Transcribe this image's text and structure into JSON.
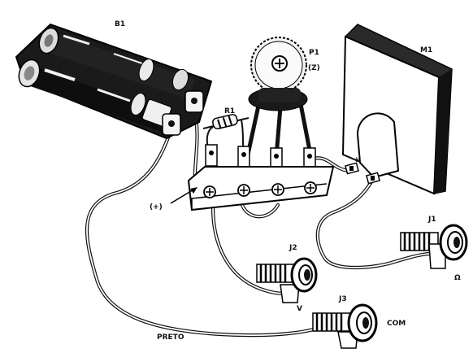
{
  "labels": {
    "battery": "B1",
    "potentiometer": "P1",
    "potentiometer_z": "(Z)",
    "resistor": "R1",
    "meter": "M1",
    "meter_plus": "+",
    "positive_terminal": "(+)",
    "jack_j1": "J1",
    "jack_j2": "J2",
    "jack_j3": "J3",
    "ohm_symbol": "Ω",
    "volt_symbol": "V",
    "com_label": "COM",
    "preto_label": "PRETO"
  }
}
